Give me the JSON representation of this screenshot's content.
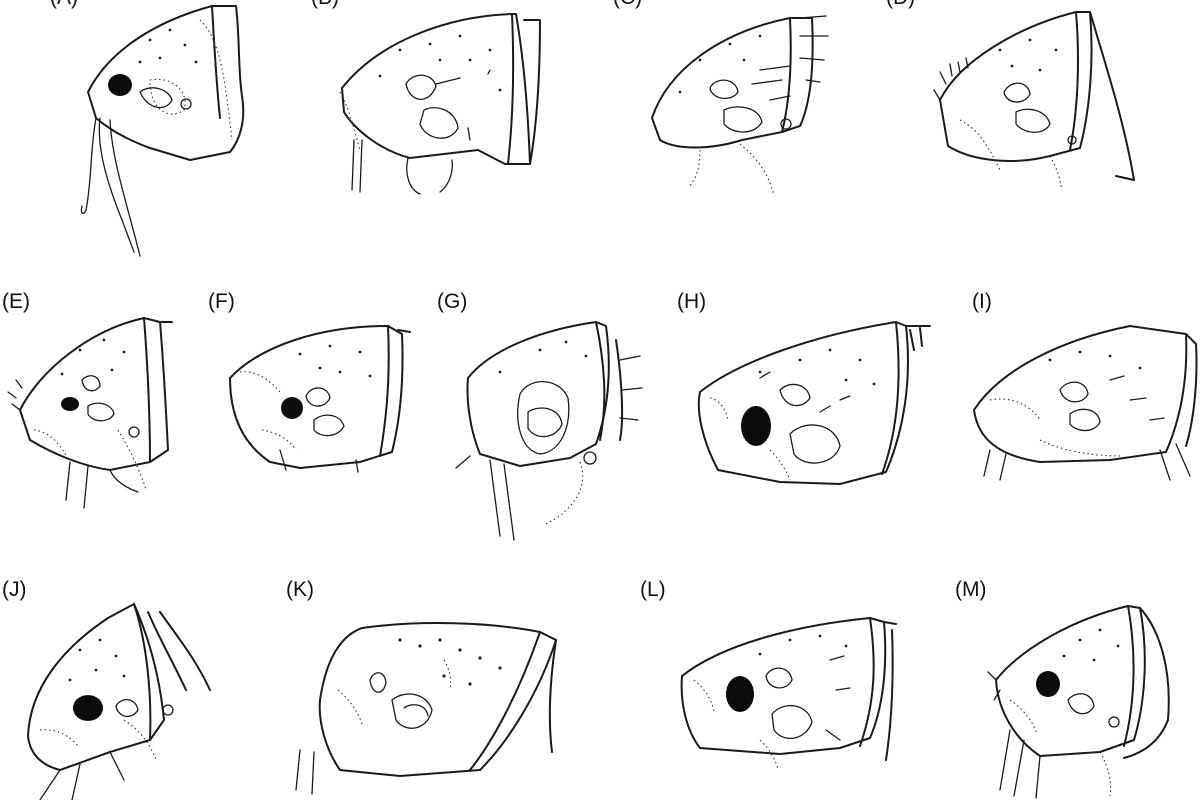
{
  "figure": {
    "panels": [
      {
        "id": "A",
        "label": "(A)"
      },
      {
        "id": "B",
        "label": "(B)"
      },
      {
        "id": "C",
        "label": "(C)"
      },
      {
        "id": "D",
        "label": "(D)"
      },
      {
        "id": "E",
        "label": "(E)"
      },
      {
        "id": "F",
        "label": "(F)"
      },
      {
        "id": "G",
        "label": "(G)"
      },
      {
        "id": "H",
        "label": "(H)"
      },
      {
        "id": "I",
        "label": "(I)"
      },
      {
        "id": "J",
        "label": "(J)"
      },
      {
        "id": "K",
        "label": "(K)"
      },
      {
        "id": "L",
        "label": "(L)"
      },
      {
        "id": "M",
        "label": "(M)"
      }
    ]
  }
}
